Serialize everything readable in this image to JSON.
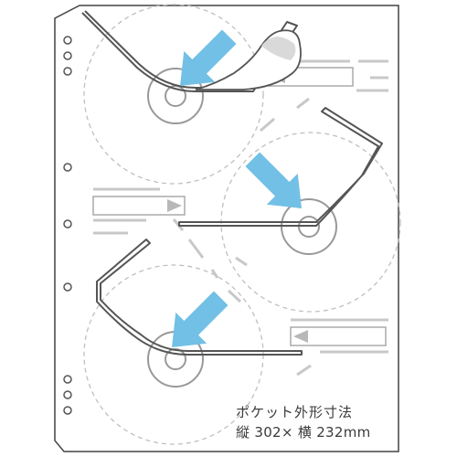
{
  "caption": {
    "line1": "ポケット外形寸法",
    "line2": "縦 302× 横 232mm"
  },
  "colors": {
    "sheet_outline": "#444444",
    "dashed_circle": "#bfbfbf",
    "dash_marks": "#c8c8c8",
    "wire": "#555555",
    "arrow": "#72c0e6",
    "hub_ring": "#999999",
    "hole": "#555555"
  },
  "figure": {
    "binder_holes": 9,
    "disc_pockets": 3,
    "label_slots": 3,
    "insert_arrows": 3
  }
}
